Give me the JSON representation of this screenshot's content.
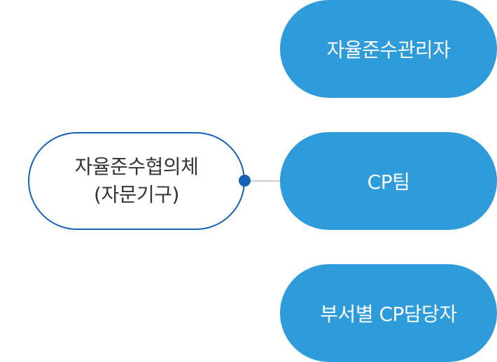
{
  "left_node": {
    "line1": "자율준수협의체",
    "line2": "(자문기구)"
  },
  "right_nodes": [
    {
      "label": "자율준수관리자"
    },
    {
      "label": "CP팀"
    },
    {
      "label": "부서별 CP담당자"
    }
  ],
  "colors": {
    "solid_fill": "#2e9bdb",
    "outline": "#1461b8",
    "connector": "#cccccc"
  }
}
